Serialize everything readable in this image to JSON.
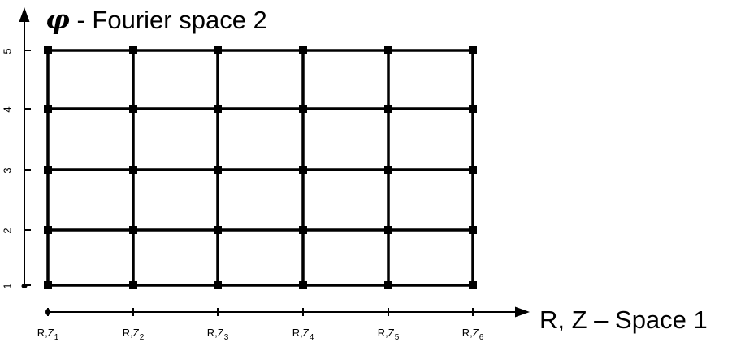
{
  "diagram": {
    "title_symbol": "φ",
    "title_text": " - Fourier space 2",
    "x_axis_title": "R, Z – Space 1",
    "y_tick_labels": [
      "1",
      "2",
      "3",
      "4",
      "5"
    ],
    "x_tick_labels": [
      {
        "base": "R,Z",
        "sub": "1"
      },
      {
        "base": "R,Z",
        "sub": "2"
      },
      {
        "base": "R,Z",
        "sub": "3"
      },
      {
        "base": "R,Z",
        "sub": "4"
      },
      {
        "base": "R,Z",
        "sub": "5"
      },
      {
        "base": "R,Z",
        "sub": "6"
      }
    ],
    "grid_columns": 6,
    "grid_rows": 5,
    "line_color": "#000000"
  }
}
